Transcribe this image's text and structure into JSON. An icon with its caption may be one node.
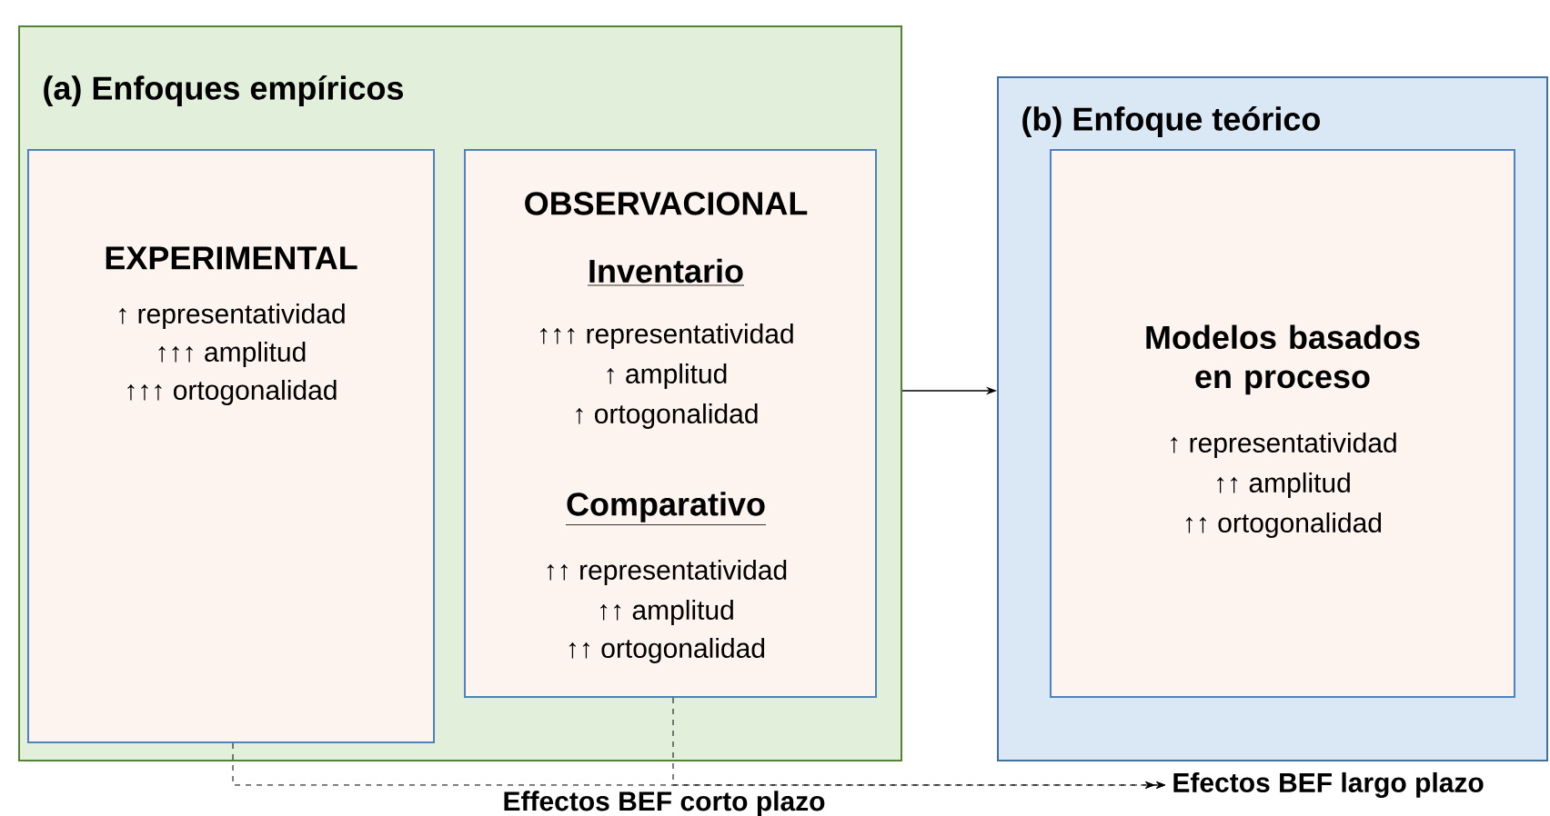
{
  "diagram": {
    "nodes": [
      {
        "text": [
          "(a) Enfoques empíricos"
        ]
      },
      {
        "text": [
          "EXPERIMENTAL",
          "↑ representatividad",
          "↑↑↑ amplitud",
          "↑↑↑ ortogonalidad"
        ],
        "in": 0
      },
      {
        "text": [
          "OBSERVACIONAL",
          "Inventario",
          "↑↑↑ representatividad",
          "↑ amplitud",
          "↑ ortogonalidad",
          "Comparativo",
          "↑↑ representatividad",
          "↑↑ amplitud",
          "↑↑ ortogonalidad"
        ],
        "in": 0
      },
      {
        "text": [
          "(b) Enfoque teórico"
        ]
      },
      {
        "text": [
          "Modelos basados en proceso",
          "↑ representatividad",
          "↑↑ amplitud",
          "↑↑ ortogonalidad"
        ],
        "in": 3
      },
      {
        "text": [
          "Efectos BEF largo plazo"
        ]
      }
    ],
    "edges": [
      {
        "from": 0,
        "to": 3,
        "arrow": "to"
      },
      {
        "from": 1,
        "to": 5,
        "arrow": "to",
        "style": "dashed",
        "label": "Effectos BEF corto plazo"
      },
      {
        "from": 2,
        "to": 5,
        "arrow": "to",
        "style": "dashed"
      }
    ]
  }
}
